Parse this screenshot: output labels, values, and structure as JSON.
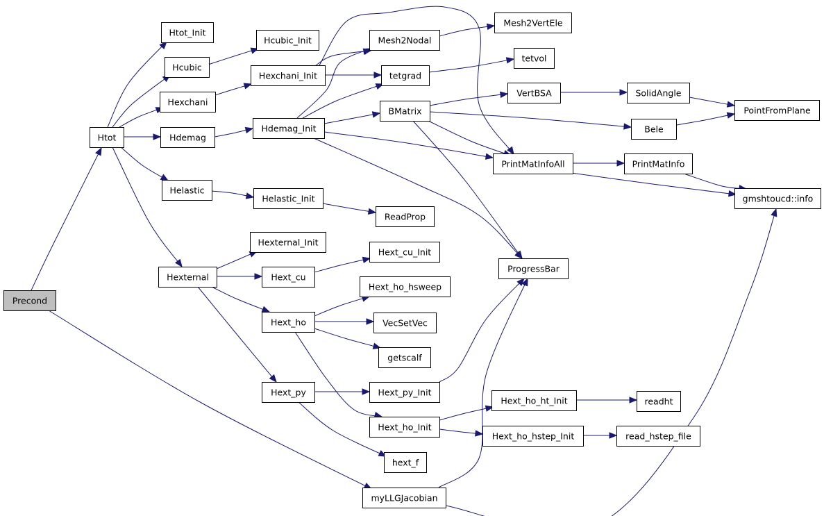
{
  "graph": {
    "edge_color": "#191970",
    "root_fill": "#bfbfbf",
    "nodes": [
      {
        "id": "precond",
        "label": "Precond",
        "root": true
      },
      {
        "id": "htot",
        "label": "Htot"
      },
      {
        "id": "htot_init",
        "label": "Htot_Init"
      },
      {
        "id": "hcubic",
        "label": "Hcubic"
      },
      {
        "id": "hcubic_init",
        "label": "Hcubic_Init"
      },
      {
        "id": "hexchani",
        "label": "Hexchani"
      },
      {
        "id": "hexchani_init",
        "label": "Hexchani_Init"
      },
      {
        "id": "hdemag",
        "label": "Hdemag"
      },
      {
        "id": "hdemag_init",
        "label": "Hdemag_Init"
      },
      {
        "id": "helastic",
        "label": "Helastic"
      },
      {
        "id": "helastic_init",
        "label": "Helastic_Init"
      },
      {
        "id": "hexternal",
        "label": "Hexternal"
      },
      {
        "id": "hexternal_init",
        "label": "Hexternal_Init"
      },
      {
        "id": "hext_cu",
        "label": "Hext_cu"
      },
      {
        "id": "hext_cu_init",
        "label": "Hext_cu_Init"
      },
      {
        "id": "hext_ho",
        "label": "Hext_ho"
      },
      {
        "id": "hext_ho_hsweep",
        "label": "Hext_ho_hsweep"
      },
      {
        "id": "vecsetvec",
        "label": "VecSetVec"
      },
      {
        "id": "getscalf",
        "label": "getscalf"
      },
      {
        "id": "hext_py",
        "label": "Hext_py"
      },
      {
        "id": "hext_py_init",
        "label": "Hext_py_Init"
      },
      {
        "id": "hext_ho_init",
        "label": "Hext_ho_Init"
      },
      {
        "id": "hext_f",
        "label": "hext_f"
      },
      {
        "id": "myllgjacobian",
        "label": "myLLGJacobian"
      },
      {
        "id": "mesh2nodal",
        "label": "Mesh2Nodal"
      },
      {
        "id": "mesh2vertele",
        "label": "Mesh2VertEle"
      },
      {
        "id": "tetgrad",
        "label": "tetgrad"
      },
      {
        "id": "tetvol",
        "label": "tetvol"
      },
      {
        "id": "bmatrix",
        "label": "BMatrix"
      },
      {
        "id": "vertbsa",
        "label": "VertBSA"
      },
      {
        "id": "solidangle",
        "label": "SolidAngle"
      },
      {
        "id": "pointfromplane",
        "label": "PointFromPlane"
      },
      {
        "id": "bele",
        "label": "Bele"
      },
      {
        "id": "printmatinfoall",
        "label": "PrintMatInfoAll"
      },
      {
        "id": "printmatinfo",
        "label": "PrintMatInfo"
      },
      {
        "id": "gmshtoucd_info",
        "label": "gmshtoucd::info"
      },
      {
        "id": "readprop",
        "label": "ReadProp"
      },
      {
        "id": "progressbar",
        "label": "ProgressBar"
      },
      {
        "id": "hext_ho_ht_init",
        "label": "Hext_ho_ht_Init"
      },
      {
        "id": "readht",
        "label": "readht"
      },
      {
        "id": "hext_ho_hstep_init",
        "label": "Hext_ho_hstep_Init"
      },
      {
        "id": "read_hstep_file",
        "label": "read_hstep_file"
      }
    ],
    "edges": [
      [
        "precond",
        "htot"
      ],
      [
        "precond",
        "myllgjacobian"
      ],
      [
        "htot",
        "htot_init"
      ],
      [
        "htot",
        "hcubic"
      ],
      [
        "htot",
        "hexchani"
      ],
      [
        "htot",
        "hdemag"
      ],
      [
        "htot",
        "helastic"
      ],
      [
        "htot",
        "hexternal"
      ],
      [
        "hcubic",
        "hcubic_init"
      ],
      [
        "hexchani",
        "hexchani_init"
      ],
      [
        "hexchani_init",
        "mesh2nodal"
      ],
      [
        "hexchani_init",
        "tetgrad"
      ],
      [
        "hexchani_init",
        "printmatinfoall"
      ],
      [
        "hdemag",
        "hdemag_init"
      ],
      [
        "hdemag_init",
        "mesh2nodal"
      ],
      [
        "hdemag_init",
        "tetgrad"
      ],
      [
        "hdemag_init",
        "bmatrix"
      ],
      [
        "hdemag_init",
        "printmatinfoall"
      ],
      [
        "hdemag_init",
        "progressbar"
      ],
      [
        "mesh2nodal",
        "mesh2vertele"
      ],
      [
        "tetgrad",
        "tetvol"
      ],
      [
        "bmatrix",
        "vertbsa"
      ],
      [
        "bmatrix",
        "bele"
      ],
      [
        "bmatrix",
        "printmatinfoall"
      ],
      [
        "bmatrix",
        "progressbar"
      ],
      [
        "vertbsa",
        "solidangle"
      ],
      [
        "solidangle",
        "pointfromplane"
      ],
      [
        "bele",
        "pointfromplane"
      ],
      [
        "printmatinfoall",
        "printmatinfo"
      ],
      [
        "printmatinfoall",
        "gmshtoucd_info"
      ],
      [
        "printmatinfo",
        "gmshtoucd_info"
      ],
      [
        "helastic",
        "helastic_init"
      ],
      [
        "helastic_init",
        "readprop"
      ],
      [
        "hexternal",
        "hexternal_init"
      ],
      [
        "hexternal",
        "hext_cu"
      ],
      [
        "hexternal",
        "hext_ho"
      ],
      [
        "hexternal",
        "hext_py"
      ],
      [
        "hext_cu",
        "hext_cu_init"
      ],
      [
        "hext_ho",
        "hext_ho_hsweep"
      ],
      [
        "hext_ho",
        "vecsetvec"
      ],
      [
        "hext_ho",
        "getscalf"
      ],
      [
        "hext_ho",
        "hext_ho_init"
      ],
      [
        "hext_py",
        "hext_py_init"
      ],
      [
        "hext_py",
        "hext_f"
      ],
      [
        "hext_py_init",
        "progressbar"
      ],
      [
        "hext_ho_init",
        "hext_ho_ht_init"
      ],
      [
        "hext_ho_init",
        "hext_ho_hstep_init"
      ],
      [
        "hext_ho_ht_init",
        "readht"
      ],
      [
        "hext_ho_hstep_init",
        "read_hstep_file"
      ],
      [
        "myllgjacobian",
        "progressbar"
      ],
      [
        "myllgjacobian",
        "gmshtoucd_info"
      ]
    ]
  }
}
